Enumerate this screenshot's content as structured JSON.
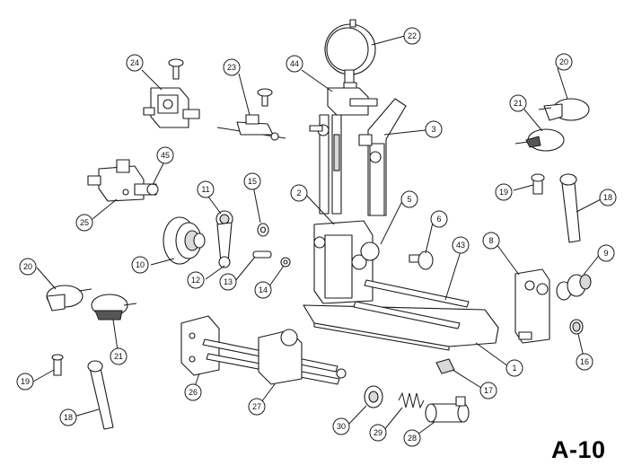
{
  "figure_label": "A-10",
  "callouts": [
    {
      "id": "c22",
      "label": "22"
    },
    {
      "id": "c44",
      "label": "44"
    },
    {
      "id": "c24",
      "label": "24"
    },
    {
      "id": "c23",
      "label": "23"
    },
    {
      "id": "c20a",
      "label": "20"
    },
    {
      "id": "c21a",
      "label": "21"
    },
    {
      "id": "c3",
      "label": "3"
    },
    {
      "id": "c45",
      "label": "45"
    },
    {
      "id": "c25",
      "label": "25"
    },
    {
      "id": "c11",
      "label": "11"
    },
    {
      "id": "c15",
      "label": "15"
    },
    {
      "id": "c2",
      "label": "2"
    },
    {
      "id": "c5",
      "label": "5"
    },
    {
      "id": "c6",
      "label": "6"
    },
    {
      "id": "c19a",
      "label": "19"
    },
    {
      "id": "c18a",
      "label": "18"
    },
    {
      "id": "c10",
      "label": "10"
    },
    {
      "id": "c12",
      "label": "12"
    },
    {
      "id": "c13",
      "label": "13"
    },
    {
      "id": "c14",
      "label": "14"
    },
    {
      "id": "c43",
      "label": "43"
    },
    {
      "id": "c8",
      "label": "8"
    },
    {
      "id": "c9",
      "label": "9"
    },
    {
      "id": "c20b",
      "label": "20"
    },
    {
      "id": "c21b",
      "label": "21"
    },
    {
      "id": "c16",
      "label": "16"
    },
    {
      "id": "c1",
      "label": "1"
    },
    {
      "id": "c17",
      "label": "17"
    },
    {
      "id": "c19b",
      "label": "19"
    },
    {
      "id": "c26",
      "label": "26"
    },
    {
      "id": "c27",
      "label": "27"
    },
    {
      "id": "c18b",
      "label": "18"
    },
    {
      "id": "c30",
      "label": "30"
    },
    {
      "id": "c29",
      "label": "29"
    },
    {
      "id": "c28",
      "label": "28"
    }
  ]
}
